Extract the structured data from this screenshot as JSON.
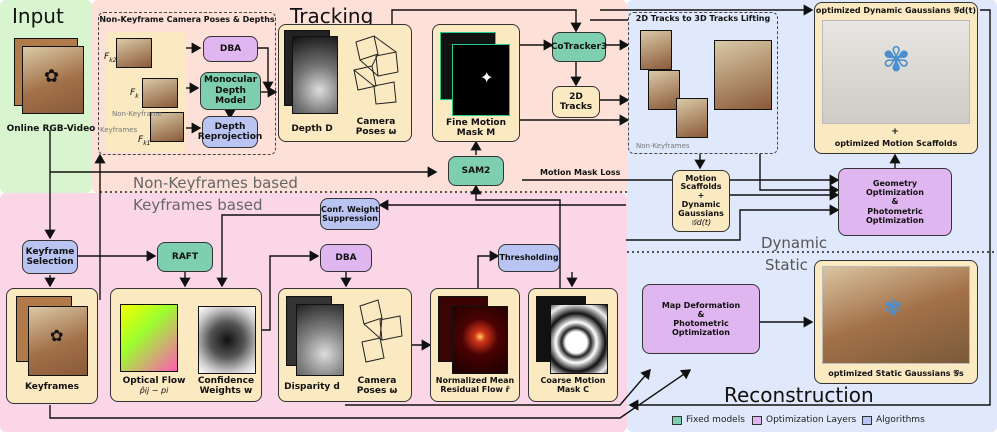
{
  "sections": {
    "input": "Input",
    "tracking": "Tracking",
    "reconstruction": "Reconstruction",
    "non_keyframes_based": "Non-Keyframes based",
    "keyframes_based": "Keyframes based",
    "dynamic": "Dynamic",
    "static": "Static"
  },
  "input": {
    "label": "Online RGB-Video"
  },
  "non_keyframe": {
    "title": "Non-Keyframe Camera Poses & Depths",
    "f_k2": "F",
    "f_k2_sub": "k2",
    "f_k": "F",
    "f_k_sub": "k",
    "f_k1": "F",
    "f_k1_sub": "k1",
    "non_keyframe_label": "Non-Keyframe",
    "keyframes_label": "Keyframes",
    "dba": "DBA",
    "mono_depth": [
      "Monocular",
      "Depth",
      "Model"
    ],
    "depth_reproj": [
      "Depth",
      "Reprojection"
    ],
    "depth_label": "Depth D",
    "camera_poses_label": "Camera",
    "camera_poses_label2": "Poses ω"
  },
  "tracking": {
    "fine_mask": "Fine Motion",
    "fine_mask2": "Mask M",
    "sam2": "SAM2",
    "cotracker": "CoTracker3",
    "tracks_2d": [
      "2D",
      "Tracks"
    ],
    "lifting_title": "2D Tracks to 3D Tracks Lifting",
    "non_keyframes": "Non-Keyframes",
    "motion_scaffolds": [
      "Motion",
      "Scaffolds",
      "+",
      "Dynamic",
      "Gaussians"
    ],
    "motion_scaffolds_math": "𝒢d(t)",
    "motion_mask_loss": "Motion Mask Loss"
  },
  "keyframes": {
    "conf_weight": [
      "Conf. Weight",
      "Suppression"
    ],
    "keyframe_selection": [
      "Keyframe",
      "Selection"
    ],
    "raft": "RAFT",
    "dba": "DBA",
    "thresholding": "Thresholding",
    "keyframes_label": "Keyframes",
    "optical_flow": "Optical Flow",
    "optical_flow_math": "p̂ij − pi",
    "confidence": "Confidence",
    "confidence2": "Weights w",
    "disparity": "Disparity d",
    "camera_poses": "Camera",
    "camera_poses2": "Poses ω",
    "residual": "Normalized Mean",
    "residual2": "Residual Flow r̄",
    "coarse_mask": "Coarse Motion",
    "coarse_mask2": "Mask C"
  },
  "reconstruction": {
    "dyn_gauss_title": "optimized Dynamic Gaussians 𝒢d(t)",
    "plus": "+",
    "motion_scaffolds": "optimized Motion Scaffolds",
    "geom_opt": [
      "Geometry",
      "Optimization",
      "&",
      "Photometric",
      "Optimization"
    ],
    "map_def": [
      "Map Deformation",
      "&",
      "Photometric",
      "Optimization"
    ],
    "static_gauss": "optimized Static Gaussians 𝒢s"
  },
  "legend": {
    "fixed": "Fixed models",
    "optim": "Optimization Layers",
    "algo": "Algorithms"
  },
  "colors": {
    "input_bg": "#d8f5d0",
    "tracking_bg": "#fde0d8",
    "keyframes_bg": "#fbd6e6",
    "recon_bg": "#dfe9fb",
    "card": "#fbe9c2",
    "fixed": "#7ecfb0",
    "optim": "#e0b6f0",
    "algo": "#b9c4f2"
  }
}
